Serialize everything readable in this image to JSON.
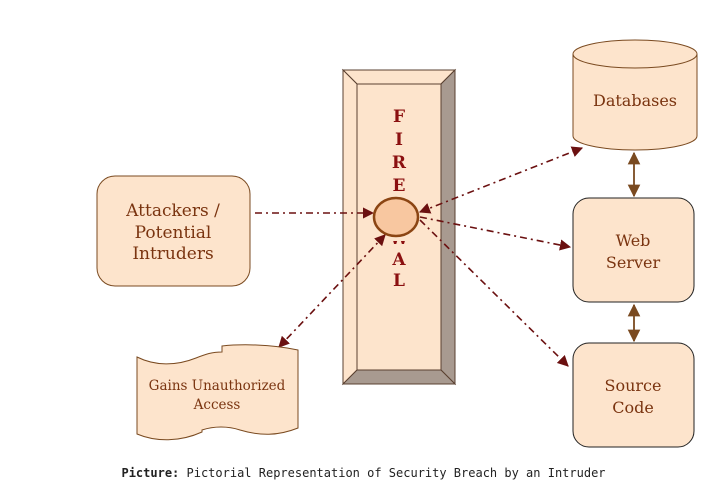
{
  "nodes": {
    "attackers": [
      "Attackers /",
      "Potential",
      "Intruders"
    ],
    "gains_access": [
      "Gains Unauthorized",
      "Access"
    ],
    "databases": "Databases",
    "web_server": [
      "Web",
      "Server"
    ],
    "source_code": [
      "Source",
      "Code"
    ]
  },
  "firewall": {
    "letters_top": [
      "F",
      "I",
      "R",
      "E"
    ],
    "letters_bottom": [
      "W",
      "A",
      "L",
      "L"
    ]
  },
  "caption": {
    "label": "Picture:",
    "text": "Pictorial Representation of Security Breach by an Intruder"
  },
  "colors": {
    "fill": "#fde4cc",
    "stroke": "#7a4a20",
    "attack_arrow": "#6b1010",
    "link_arrow": "#7a4a20",
    "firewall_side": "#a89a90"
  }
}
